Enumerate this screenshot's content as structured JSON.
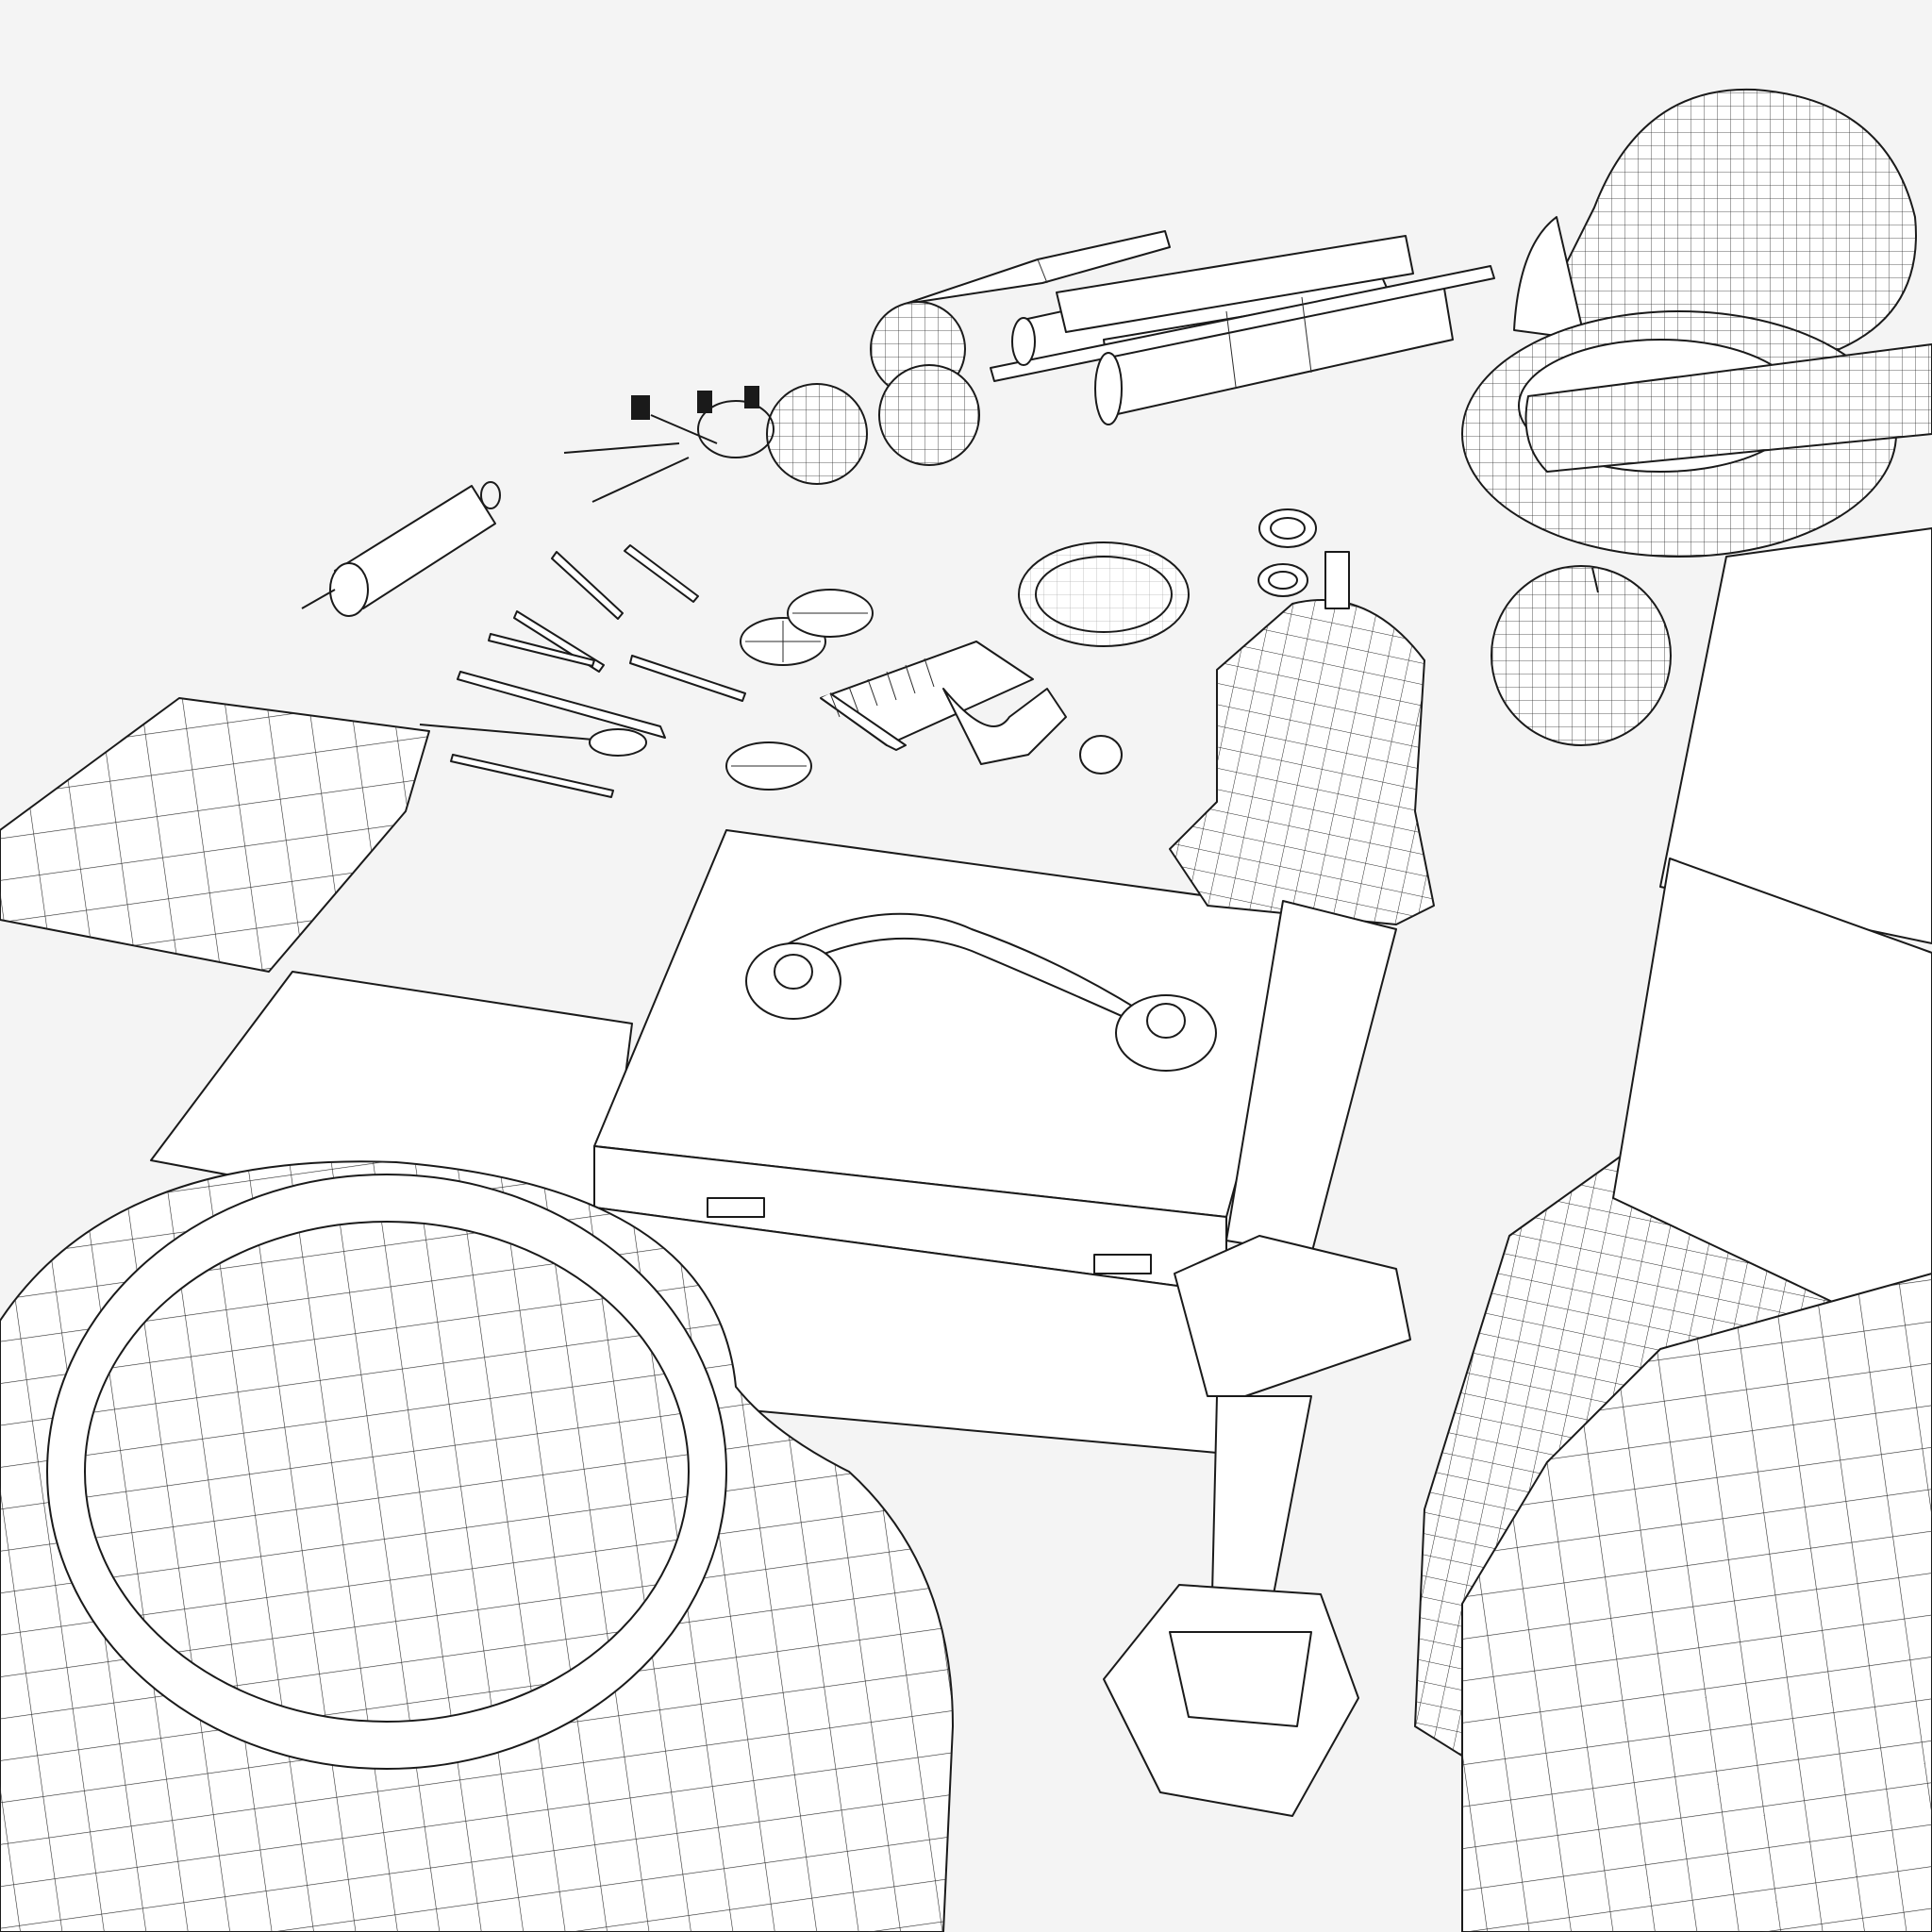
{
  "view": {
    "mode": "wireframe",
    "background_color": "#f4f4f4",
    "line_color": "#1a1a1a",
    "fill_color": "#ffffff"
  },
  "objects": [
    "skull",
    "mortar-and-pestle",
    "rolled-scrolls",
    "quill-knife",
    "oranges",
    "apple",
    "key-ring",
    "syringe",
    "surgical-tools",
    "spoon",
    "cloth",
    "bracelet",
    "rings",
    "comb",
    "coins",
    "candlestick",
    "hourglass-bell",
    "book-with-clasp",
    "bowl",
    "bottle",
    "boxes"
  ]
}
